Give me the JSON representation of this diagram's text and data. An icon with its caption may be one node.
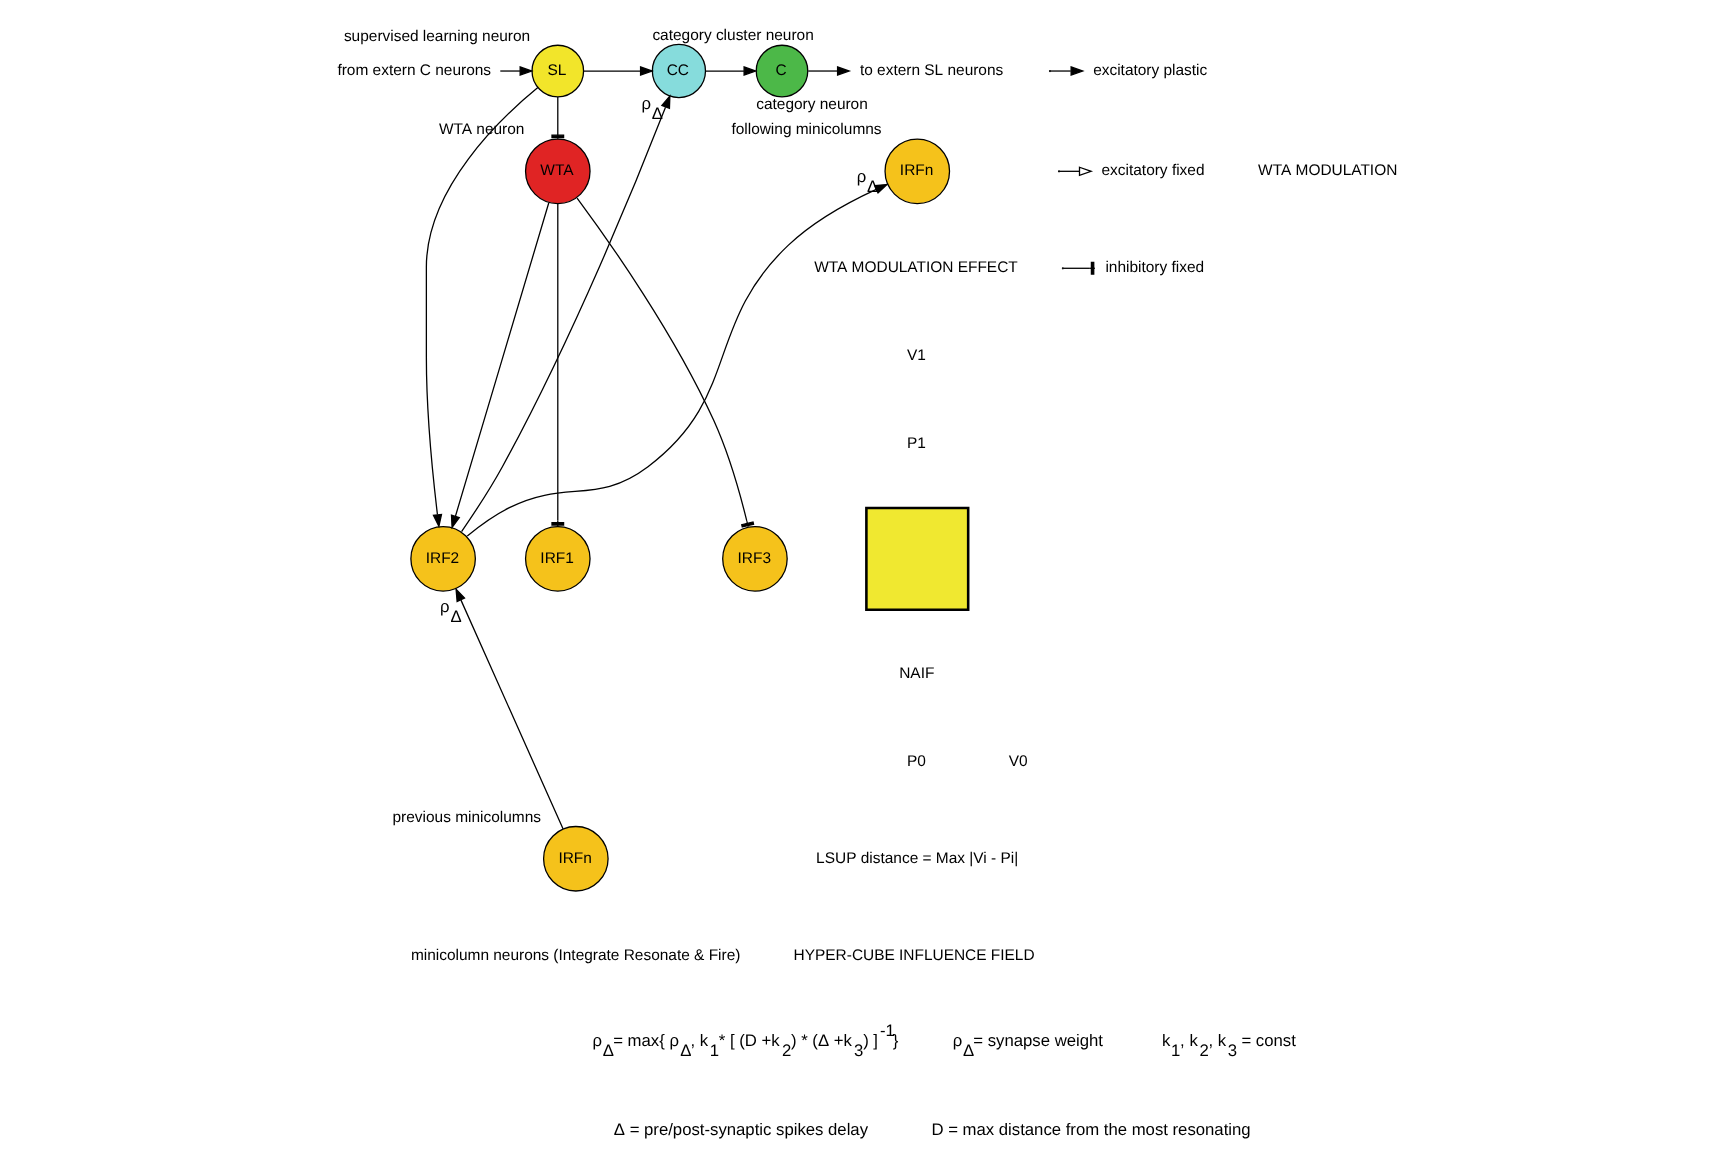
{
  "diagram": {
    "nodes": [
      {
        "text": [
          "from extern C neurons"
        ]
      },
      {
        "text": [
          "SL"
        ],
        "beside": [
          "supervised learning neuron"
        ]
      },
      {
        "text": [
          "CC"
        ],
        "beside": [
          "category cluster neuron"
        ]
      },
      {
        "text": [
          "C"
        ],
        "beside": [
          "category neuron"
        ]
      },
      {
        "text": [
          "to extern SL neurons"
        ]
      },
      {
        "text": [
          "IRFn"
        ],
        "beside": [
          "following minicolumns"
        ]
      },
      {
        "text": [
          "WTA"
        ],
        "beside": [
          "WTA neuron"
        ]
      },
      {
        "text": [
          "IRF1"
        ]
      },
      {
        "text": [
          "IRF2"
        ]
      },
      {
        "text": [
          "IRF3"
        ]
      },
      {
        "text": [
          "IRFn"
        ],
        "beside": [
          "previous minicolumns"
        ]
      },
      {
        "text": [],
        "shape": "box"
      }
    ],
    "edges": [
      {
        "from": 0,
        "to": 1,
        "arrow": "to"
      },
      {
        "from": 1,
        "to": 2,
        "arrow": "to"
      },
      {
        "from": 2,
        "to": 3,
        "arrow": "to"
      },
      {
        "from": 3,
        "to": 4,
        "arrow": "to"
      },
      {
        "from": 1,
        "to": 6,
        "arrow": "other"
      },
      {
        "from": 1,
        "to": 8,
        "arrow": "to"
      },
      {
        "from": 6,
        "to": 8,
        "arrow": "to"
      },
      {
        "from": 6,
        "to": 7,
        "arrow": "other"
      },
      {
        "from": 6,
        "to": 9,
        "arrow": "other"
      },
      {
        "from": 8,
        "to": 2,
        "arrow": "to",
        "label": "ρ$_{Δ}$"
      },
      {
        "from": 8,
        "to": 5,
        "arrow": "to",
        "label": "ρ$_{Δ}$"
      },
      {
        "from": 10,
        "to": 8,
        "arrow": "to",
        "label": "ρ$_{Δ}$"
      }
    ],
    "labels": [
      "WTA MODULATION",
      "minicolumn neurons (Integrate Resonate & Fire)",
      "WTA MODULATION EFFECT",
      "V1",
      "P1",
      "NAIF",
      "P0",
      "V0",
      "LSUP distance = Max |Vi - Pi|",
      "HYPER-CUBE INFLUENCE FIELD",
      "ρ$_{Δ}$= max{ ρ$_{Δ}$, k$_{1}$* [ (D +k$_{2}$) * (Δ +k$_{3}$) ]$^{-1}$}",
      "ρ$_{Δ}$= synapse weight",
      "k$_{1}$, k$_{2}$, k$_{3}$ = const",
      "Δ = pre/post-synaptic spikes delay",
      "D = max distance from the most resonating"
    ],
    "legend": [
      {
        "text": "excitatory plastic"
      },
      {
        "text": "excitatory fixed"
      },
      {
        "text": "inhibitory fixed"
      }
    ]
  }
}
